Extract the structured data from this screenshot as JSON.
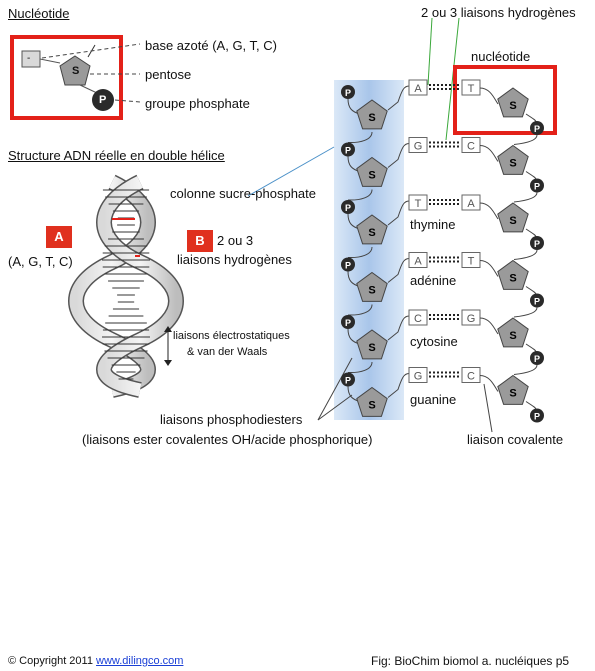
{
  "nucleotide_panel": {
    "title": "Nucléotide",
    "labels": {
      "base": "base azoté (A, G, T, C)",
      "pentose": "pentose",
      "phosphate": "groupe  phosphate"
    },
    "sugar_letter": "S",
    "phosphate_letter": "P",
    "base_letter": "-"
  },
  "helix_panel": {
    "title": "Structure ADN réelle en double hélice",
    "backbone_label": "colonne sucre-phosphate",
    "badge_a": "A",
    "badge_b": "B",
    "bases_label": "(A, G, T, C)",
    "hbonds_label_line1": "2 ou 3",
    "hbonds_label_line2": "liaisons hydrogènes",
    "stacking_line1": "liaisons électrostatiques",
    "stacking_line2": "& van der Waals"
  },
  "strand_panel": {
    "top_label": "2 ou 3 liaisons hydrogènes",
    "nucleotide_label": "nucléotide",
    "rows": [
      {
        "left_base": "A",
        "right_base": "T",
        "name": ""
      },
      {
        "left_base": "G",
        "right_base": "C",
        "name": ""
      },
      {
        "left_base": "T",
        "right_base": "A",
        "name": "thymine"
      },
      {
        "left_base": "A",
        "right_base": "T",
        "name": "adénine"
      },
      {
        "left_base": "C",
        "right_base": "G",
        "name": "cytosine"
      },
      {
        "left_base": "G",
        "right_base": "C",
        "name": "guanine"
      }
    ],
    "sugar_letter": "S",
    "phosphate_letter": "P",
    "phosphodiester_line1": "liaisons phosphodiesters",
    "phosphodiester_line2": "(liaisons ester covalentes OH/acide phosphorique)",
    "covalent_label": "liaison covalente"
  },
  "footer": {
    "copyright_symbol": "©",
    "copyright_text": "Copyright 2011",
    "link_text": "www.dilingco.com",
    "caption": "Fig: BioChim biomol a. nucléiques p5"
  },
  "colors": {
    "highlight_red": "#e32119",
    "backbone_blue": "#bcd3ee",
    "pentagon_gray": "#9a9a9a",
    "phosphate_dark": "#222222",
    "annotation_green": "#3aa83a",
    "annotation_blue": "#4a90c8"
  }
}
